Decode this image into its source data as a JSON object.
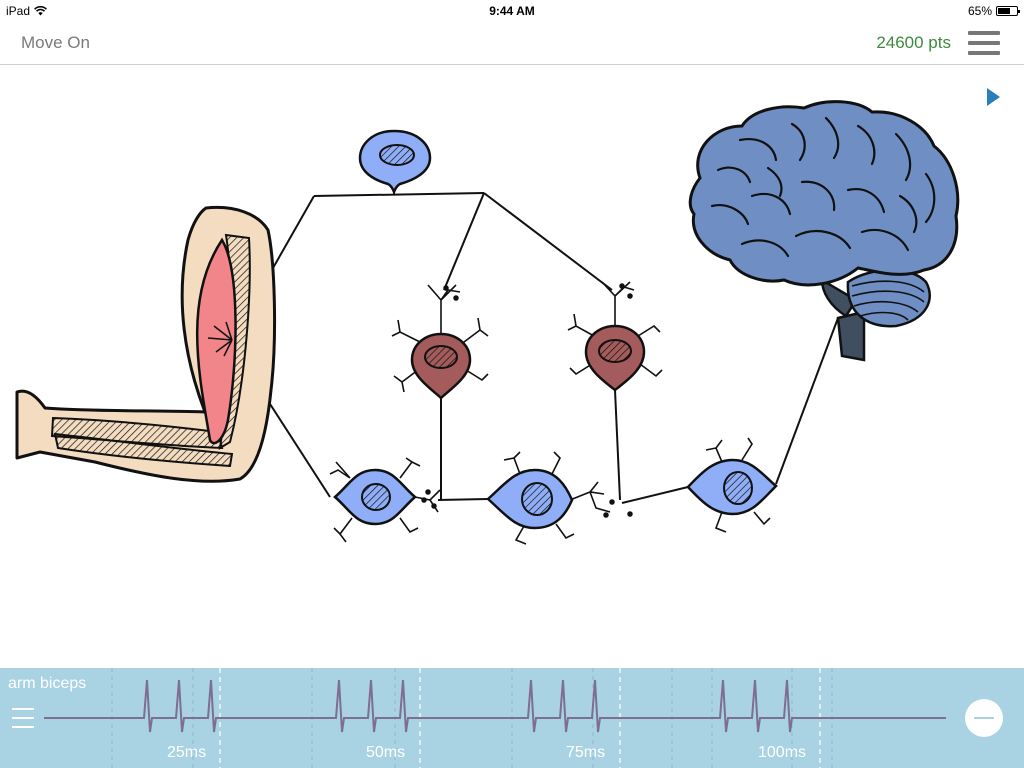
{
  "status_bar": {
    "device": "iPad",
    "time": "9:44 AM",
    "battery_percent": "65%",
    "battery_level": 0.65,
    "wifi_icon": "wifi-icon",
    "battery_icon": "battery-icon"
  },
  "nav": {
    "left_label": "Move On",
    "points": "24600 pts",
    "menu_icon": "hamburger-menu-icon"
  },
  "stage": {
    "play_icon": "play-triangle-icon",
    "arm_color": "#f3dcc0",
    "muscle_color": "#f1858a",
    "motor_neuron_color": "#8faef7",
    "inter_neuron_color": "#a45b5b",
    "brain_color": "#6f8fc4",
    "brainstem_color": "#3f4f5f"
  },
  "trace": {
    "label": "arm biceps",
    "panel_color": "#a9d2e3",
    "trace_color": "#7d6f92",
    "ticks": [
      "25ms",
      "50ms",
      "75ms",
      "100ms"
    ],
    "handle_icon": "drag-handle-icon",
    "remove_icon": "minus-circle-icon"
  }
}
